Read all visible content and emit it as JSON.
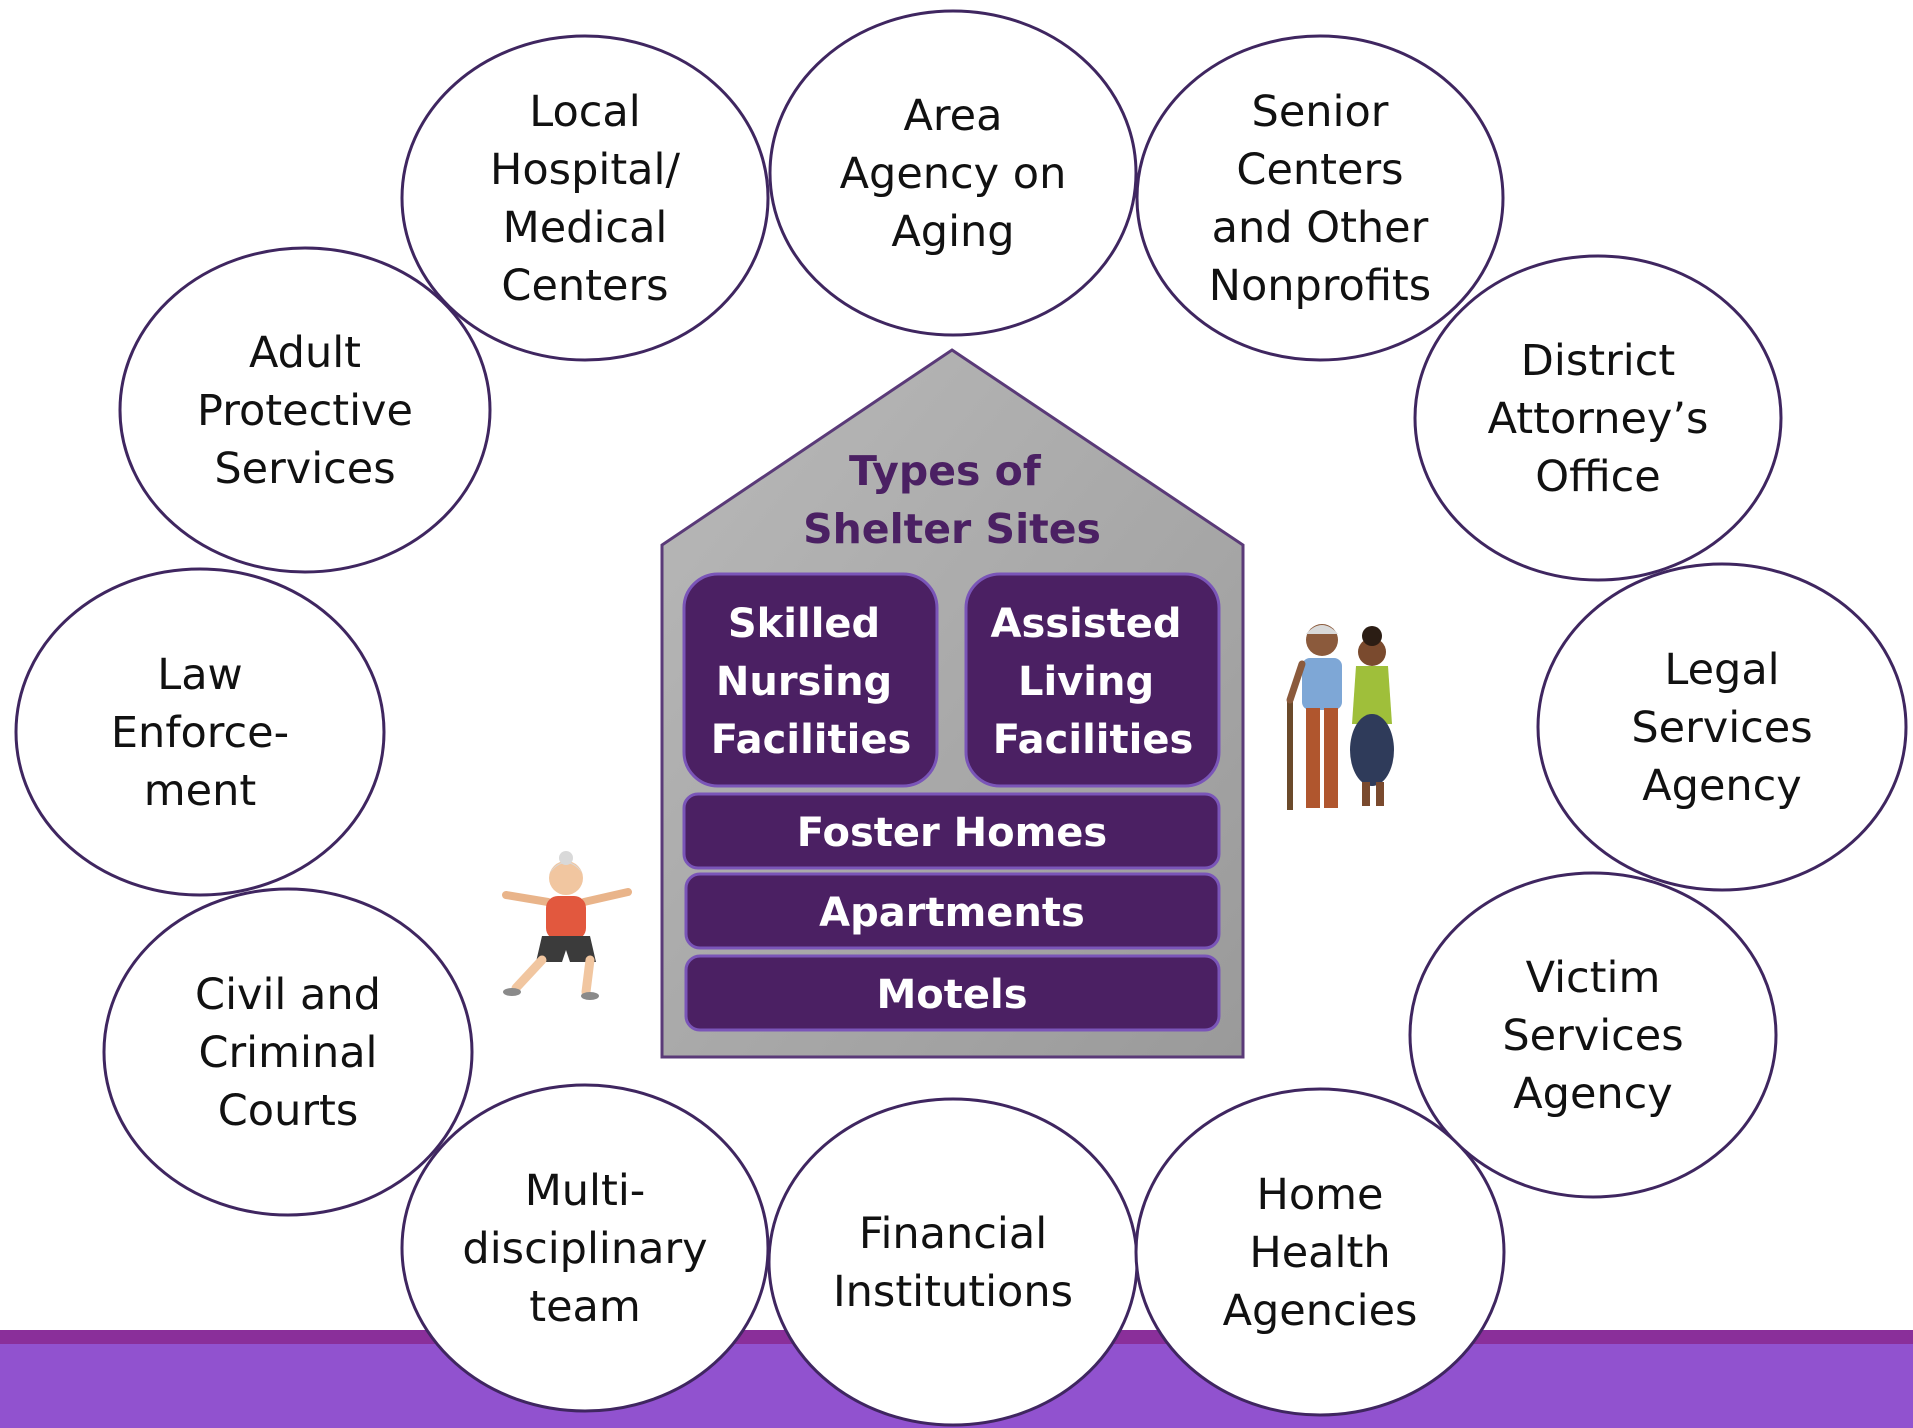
{
  "diagram": {
    "center": {
      "title_lines": [
        "Types of",
        "Shelter Sites"
      ],
      "boxes": {
        "skilled_nursing": [
          "Skilled",
          "Nursing",
          "Facilities"
        ],
        "assisted_living": [
          "Assisted",
          "Living",
          "Facilities"
        ],
        "foster_homes": "Foster Homes",
        "apartments": "Apartments",
        "motels": "Motels"
      }
    },
    "partners": [
      {
        "id": "local-hospital",
        "lines": [
          "Local",
          "Hospital/",
          "Medical",
          "Centers"
        ]
      },
      {
        "id": "area-agency-on-aging",
        "lines": [
          "Area",
          "Agency on",
          "Aging"
        ]
      },
      {
        "id": "senior-centers",
        "lines": [
          "Senior",
          "Centers",
          "and Other",
          "Nonprofits"
        ]
      },
      {
        "id": "adult-protective-services",
        "lines": [
          "Adult",
          "Protective",
          "Services"
        ]
      },
      {
        "id": "district-attorneys-office",
        "lines": [
          "District",
          "Attorney’s",
          "Office"
        ]
      },
      {
        "id": "law-enforcement",
        "lines": [
          "Law",
          "Enforce-",
          "ment"
        ]
      },
      {
        "id": "legal-services-agency",
        "lines": [
          "Legal",
          "Services",
          "Agency"
        ]
      },
      {
        "id": "civil-criminal-courts",
        "lines": [
          "Civil and",
          "Criminal",
          "Courts"
        ]
      },
      {
        "id": "victim-services-agency",
        "lines": [
          "Victim",
          "Services",
          "Agency"
        ]
      },
      {
        "id": "multidisciplinary-team",
        "lines": [
          "Multi-",
          "disciplinary",
          "team"
        ]
      },
      {
        "id": "financial-institutions",
        "lines": [
          "Financial",
          "Institutions"
        ]
      },
      {
        "id": "home-health-agencies",
        "lines": [
          "Home",
          "Health",
          "Agencies"
        ]
      }
    ],
    "colors": {
      "ellipse_stroke": "#3f2660",
      "house_fill": "#a6a6a6",
      "house_stroke": "#5a3a78",
      "box_fill": "#4b2063",
      "box_stroke": "#7a55b8",
      "title_color": "#4b2063",
      "footer_band_dark": "#8a2f9a",
      "footer_band": "#9152cf"
    },
    "illustrations": [
      "exercising-senior-woman-illustration",
      "senior-couple-illustration"
    ]
  }
}
